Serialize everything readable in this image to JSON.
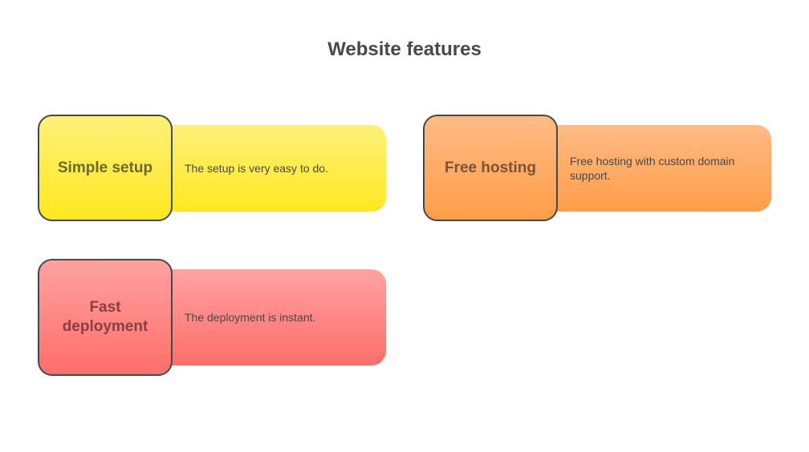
{
  "title": "Website features",
  "features": [
    {
      "name": "Simple setup",
      "description": "The setup is very easy to do.",
      "color": "#FFE81F"
    },
    {
      "name": "Free hosting",
      "description": "Free hosting with custom domain support.",
      "color": "#FF9D48"
    },
    {
      "name": "Fast deployment",
      "description": "The deployment is instant.",
      "color": "#FF6E6A"
    }
  ]
}
